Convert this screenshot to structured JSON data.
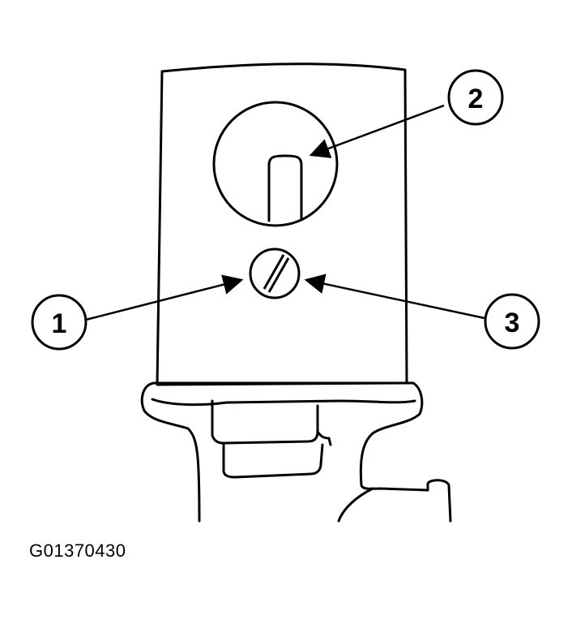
{
  "figure_id": "G01370430",
  "callouts": [
    {
      "label": "1",
      "target": "adjusting-screw"
    },
    {
      "label": "2",
      "target": "indicator-pin"
    },
    {
      "label": "3",
      "target": "adjusting-screw"
    }
  ],
  "colors": {
    "line": "#000000",
    "background": "#ffffff"
  }
}
